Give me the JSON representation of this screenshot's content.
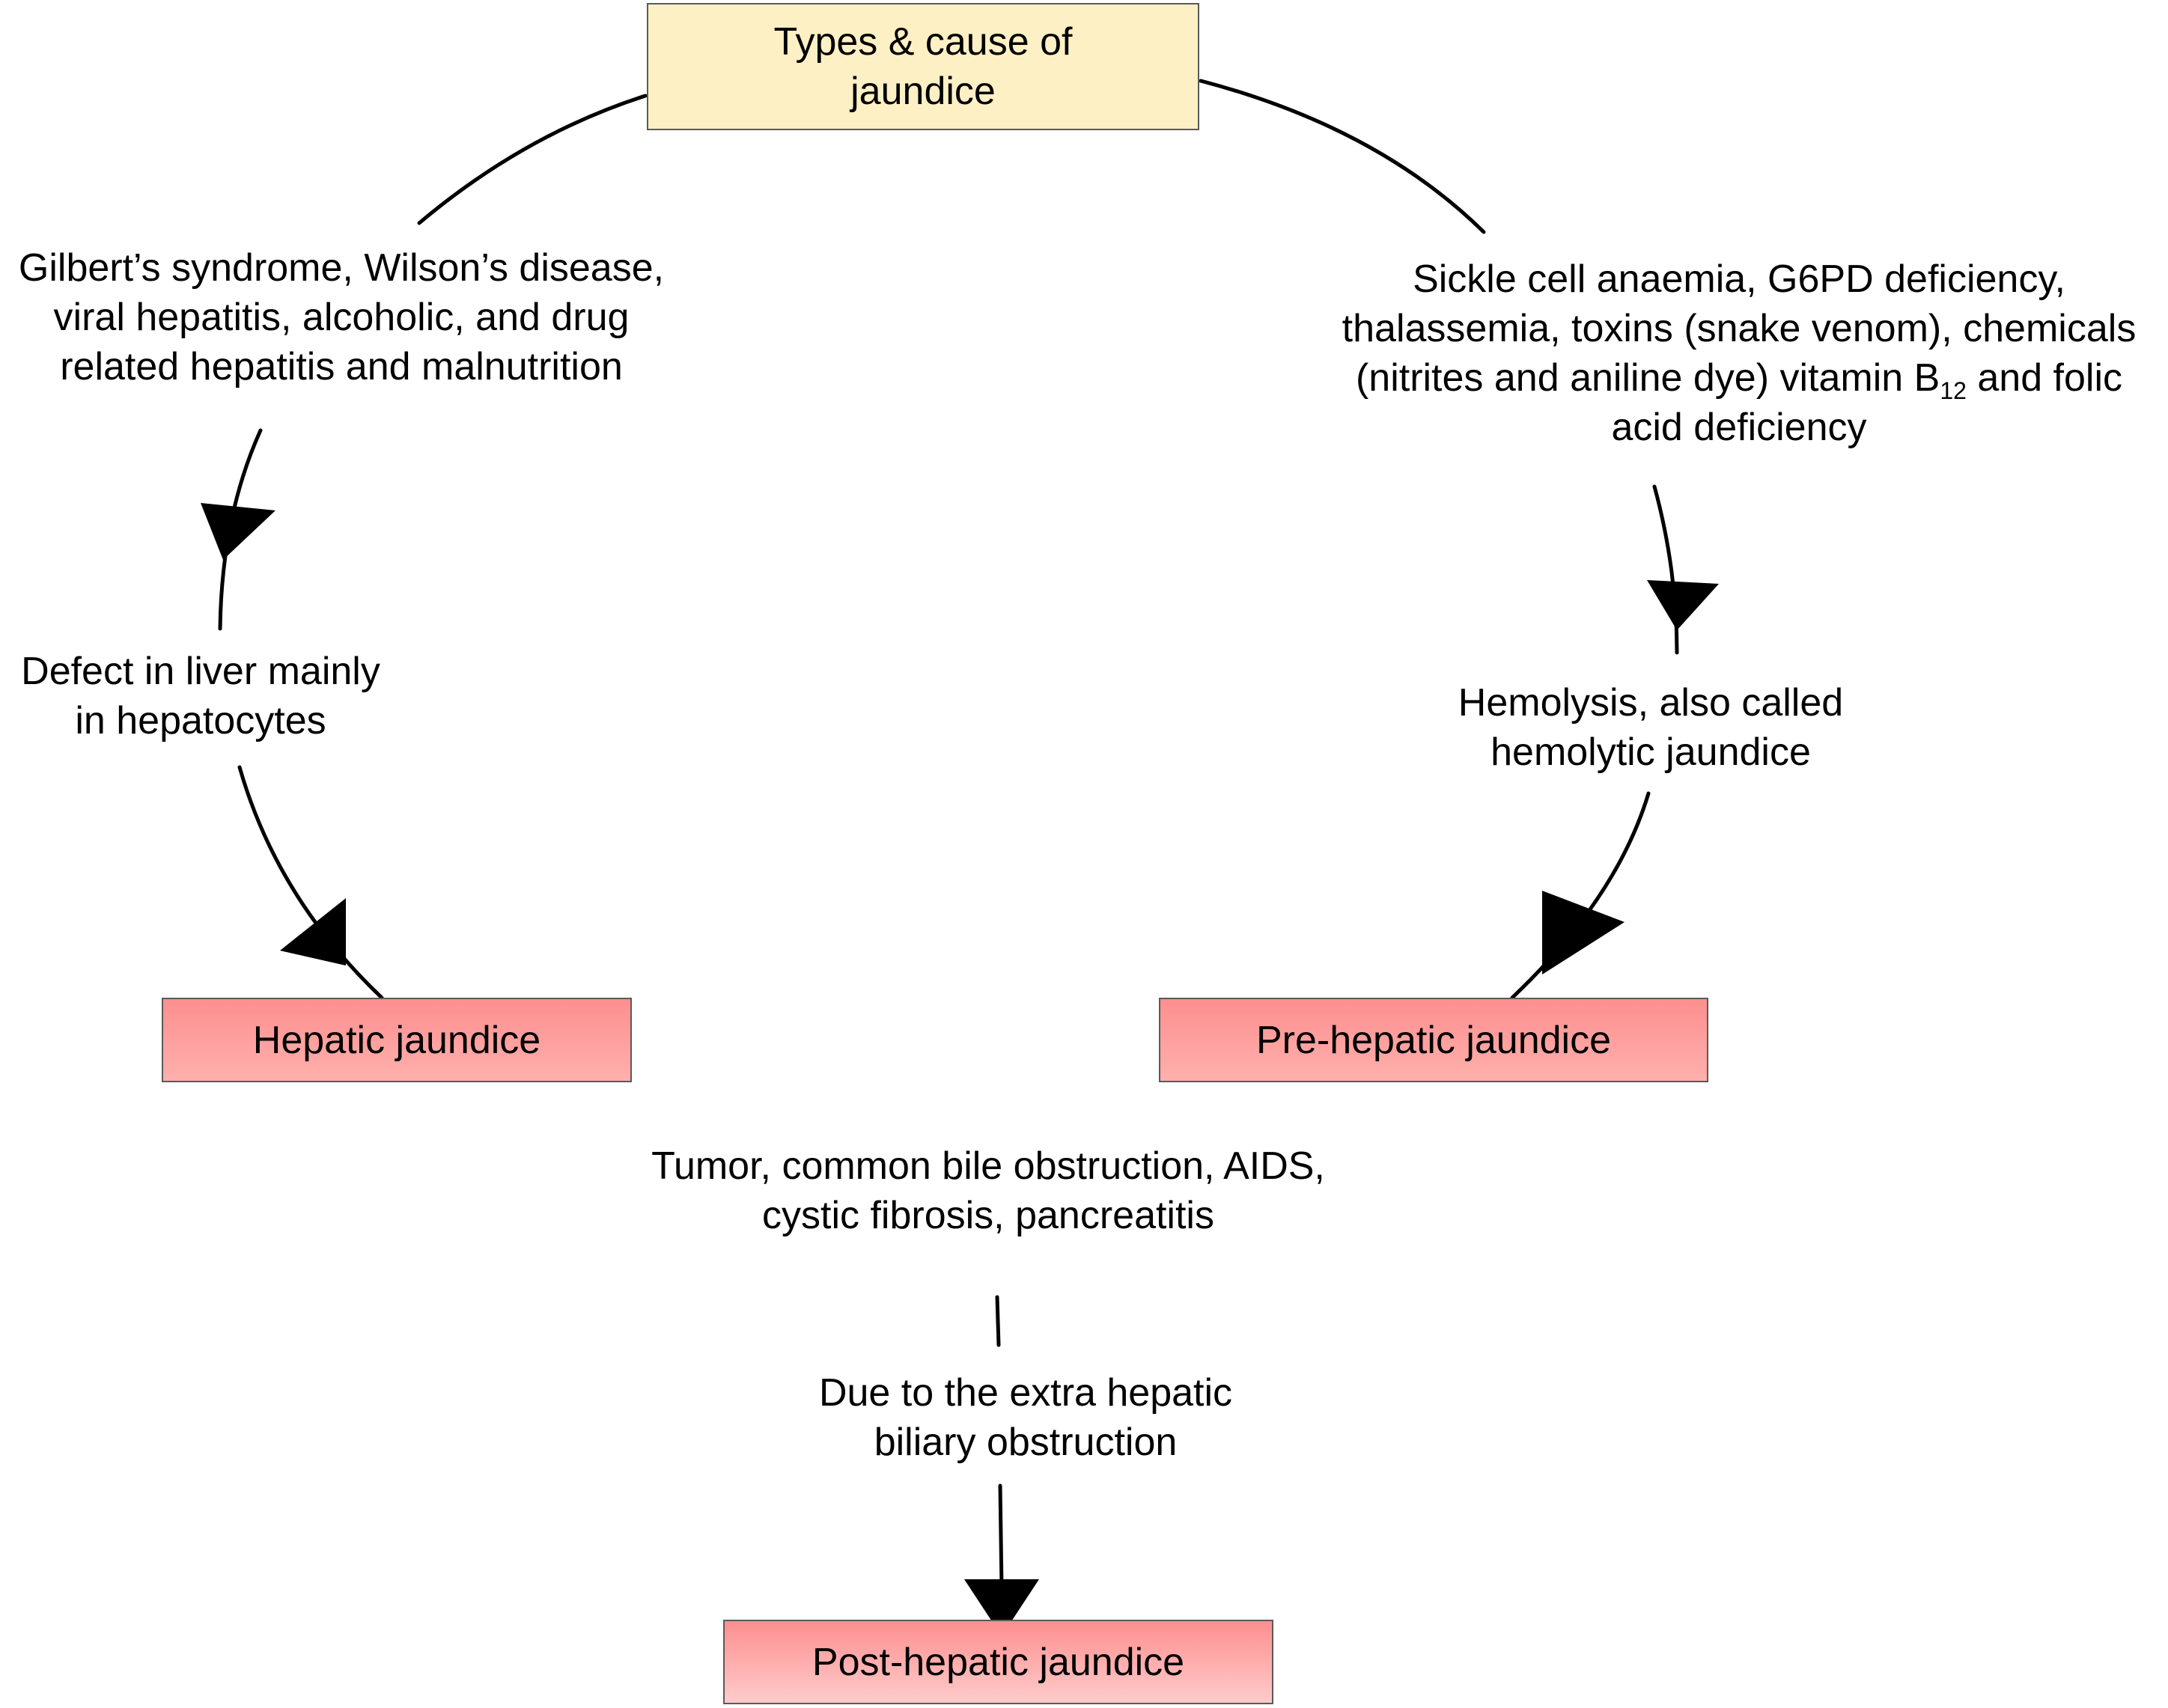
{
  "nodes": {
    "title": "Types & cause of\njaundice",
    "hepatic": "Hepatic jaundice",
    "prehepatic": "Pre-hepatic jaundice",
    "posthepatic": "Post-hepatic jaundice"
  },
  "labels": {
    "left_causes": "Gilbert’s syndrome, Wilson’s disease,\nviral hepatitis, alcoholic, and drug\nrelated hepatitis and malnutrition",
    "left_mechanism": "Defect in liver mainly\nin hepatocytes",
    "right_causes_before_sub": "Sickle cell anaemia, G6PD deficiency,\nthalassemia, toxins (snake venom), chemicals\n(nitrites and aniline dye) vitamin B",
    "right_causes_subscript": "12",
    "right_causes_after_sub": " and folic\nacid deficiency",
    "right_mechanism": "Hemolysis, also called\nhemolytic jaundice",
    "bottom_causes": "Tumor, common bile obstruction, AIDS,\ncystic fibrosis, pancreatitis",
    "bottom_mechanism": "Due to the extra hepatic\nbiliary obstruction"
  },
  "colors": {
    "title_box": "#fdf0c4",
    "type_box_top": "#fd8f8f",
    "type_box_bottom": "#feb0ad",
    "connector": "#000000"
  }
}
